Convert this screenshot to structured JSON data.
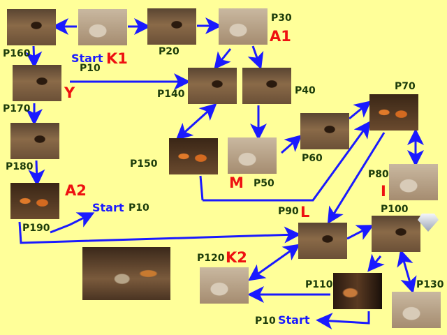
{
  "rooms": {
    "p160": "P160",
    "p10": "P10",
    "p20": "P20",
    "p30": "P30",
    "p140": "P140",
    "p40": "P40",
    "p170": "P170",
    "p180": "P180",
    "p150": "P150",
    "p50": "P50",
    "p60": "P60",
    "p70": "P70",
    "p80": "P80",
    "p190": "P190",
    "p90": "P90",
    "p100": "P100",
    "p120": "P120",
    "p110": "P110",
    "p130": "P130",
    "p10b": "P10",
    "p10c": "P10"
  },
  "markers": {
    "k1": "K1",
    "a1": "A1",
    "y": "Y",
    "m": "M",
    "i": "I",
    "a2": "A2",
    "l": "L",
    "k2": "K2"
  },
  "start": {
    "top": "Start",
    "mid": "Start",
    "bottom": "Start"
  },
  "colors": {
    "background": "#ffff99",
    "arrow": "#1a1aff",
    "marker": "#ee1111",
    "label": "#1c3c0a"
  }
}
